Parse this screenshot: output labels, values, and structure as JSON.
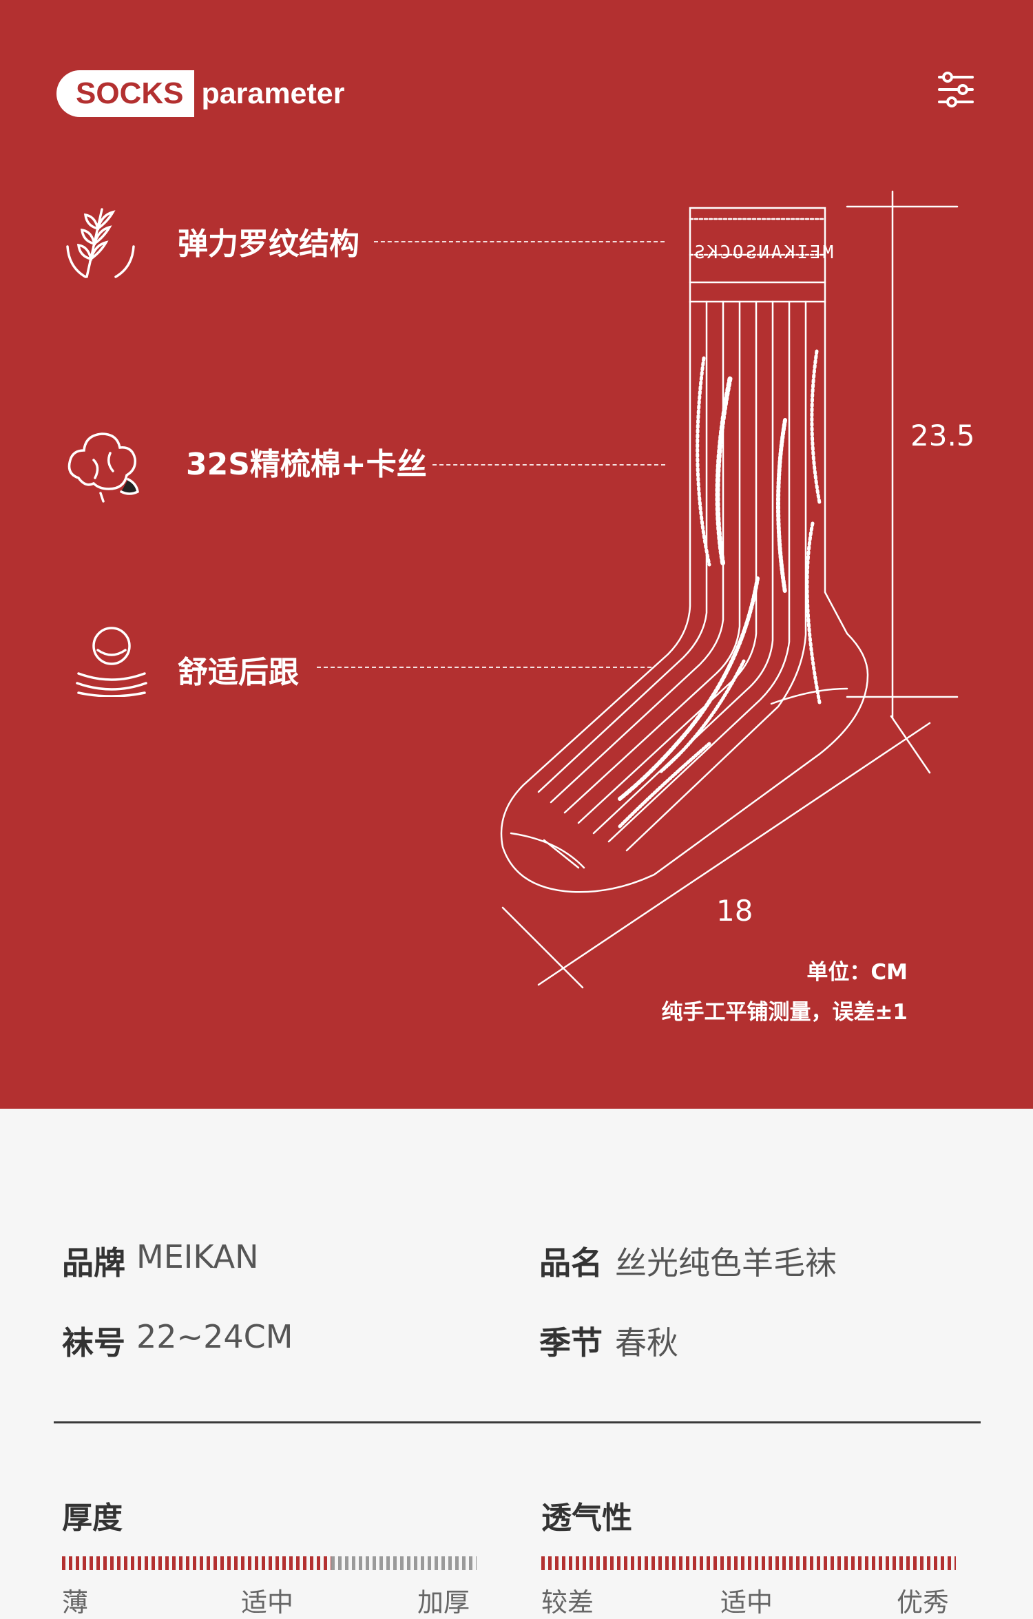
{
  "header": {
    "badge_text": "SOCKS",
    "badge_suffix": "parameter",
    "settings_icon": "sliders-icon"
  },
  "features": [
    {
      "icon": "wheat-icon",
      "label": "弹力罗纹结构"
    },
    {
      "icon": "cotton-icon",
      "label": "32S精梳棉+卡丝"
    },
    {
      "icon": "heel-icon",
      "label": "舒适后跟"
    }
  ],
  "diagram": {
    "cuff_text": "MEIKANSOCKS",
    "height_value": "23.5",
    "foot_value": "18",
    "unit_note": "单位：CM",
    "measure_note": "纯手工平铺测量，误差±1"
  },
  "specs": [
    {
      "key": "品牌",
      "value": "MEIKAN"
    },
    {
      "key": "品名",
      "value": "丝光纯色羊毛袜"
    },
    {
      "key": "袜号",
      "value": "22~24CM"
    },
    {
      "key": "季节",
      "value": "春秋"
    }
  ],
  "metrics": [
    {
      "title": "厚度",
      "level": 0.65,
      "scale": [
        "薄",
        "适中",
        "加厚"
      ]
    },
    {
      "title": "透气性",
      "level": 1.0,
      "scale": [
        "较差",
        "适中",
        "优秀"
      ]
    }
  ],
  "colors": {
    "brand_red": "#b33030",
    "bar_red": "#b33030",
    "bar_gray": "#9a9a9a",
    "background": "#f6f6f6"
  }
}
